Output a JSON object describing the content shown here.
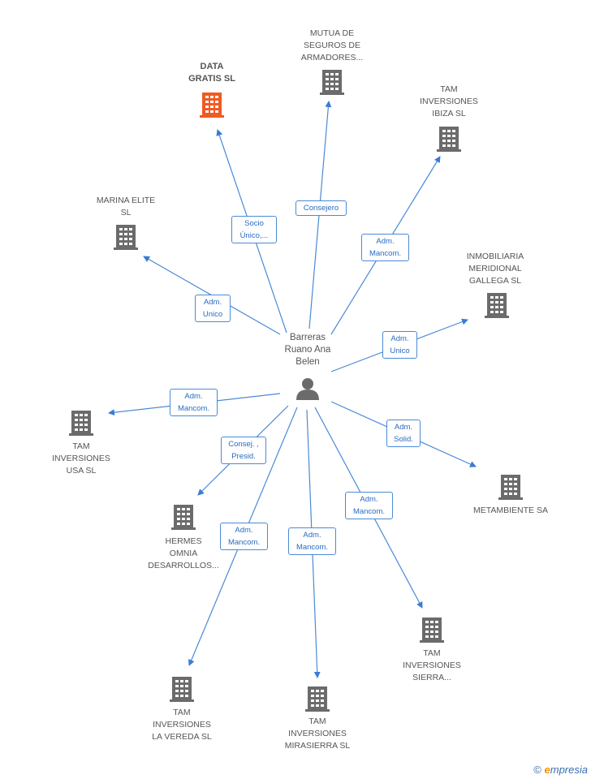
{
  "person": {
    "name": "Barreras\nRuano Ana\nBelen",
    "icon": "person-icon"
  },
  "colors": {
    "edge": "#4a8ad6",
    "building": "#6b6b6b",
    "focus_building": "#f15a24",
    "label": "#555555"
  },
  "companies": [
    {
      "id": "data-gratis",
      "name": "DATA\nGRATIS SL",
      "focus": true
    },
    {
      "id": "mutua",
      "name": "MUTUA DE\nSEGUROS DE\nARMADORES..."
    },
    {
      "id": "tam-ibiza",
      "name": "TAM\nINVERSIONES\nIBIZA SL"
    },
    {
      "id": "marina",
      "name": "MARINA ELITE\nSL"
    },
    {
      "id": "inmobiliaria",
      "name": "INMOBILIARIA\nMERIDIONAL\nGALLEGA SL"
    },
    {
      "id": "tam-usa",
      "name": "TAM\nINVERSIONES\nUSA  SL"
    },
    {
      "id": "metambiente",
      "name": "METAMBIENTE SA"
    },
    {
      "id": "hermes",
      "name": "HERMES\nOMNIA\nDESARROLLOS..."
    },
    {
      "id": "tam-sierra",
      "name": "TAM\nINVERSIONES\nSIERRA..."
    },
    {
      "id": "tam-vereda",
      "name": "TAM\nINVERSIONES\nLA VEREDA  SL"
    },
    {
      "id": "tam-mirasierra",
      "name": "TAM\nINVERSIONES\nMIRASIERRA SL"
    }
  ],
  "relations": [
    {
      "to": "data-gratis",
      "label": "Socio\nÚnico,..."
    },
    {
      "to": "mutua",
      "label": "Consejero"
    },
    {
      "to": "tam-ibiza",
      "label": "Adm.\nMancom."
    },
    {
      "to": "marina",
      "label": "Adm.\nUnico"
    },
    {
      "to": "inmobiliaria",
      "label": "Adm.\nUnico"
    },
    {
      "to": "tam-usa",
      "label": "Adm.\nMancom."
    },
    {
      "to": "metambiente",
      "label": "Adm.\nSolid."
    },
    {
      "to": "hermes",
      "label": "Consej. ,\nPresid."
    },
    {
      "to": "tam-sierra",
      "label": "Adm.\nMancom."
    },
    {
      "to": "tam-vereda",
      "label": "Adm.\nMancom."
    },
    {
      "to": "tam-mirasierra",
      "label": "Adm.\nMancom."
    }
  ],
  "footer": {
    "copyright": "©",
    "brand_initial": "e",
    "brand_rest": "mpresia"
  }
}
